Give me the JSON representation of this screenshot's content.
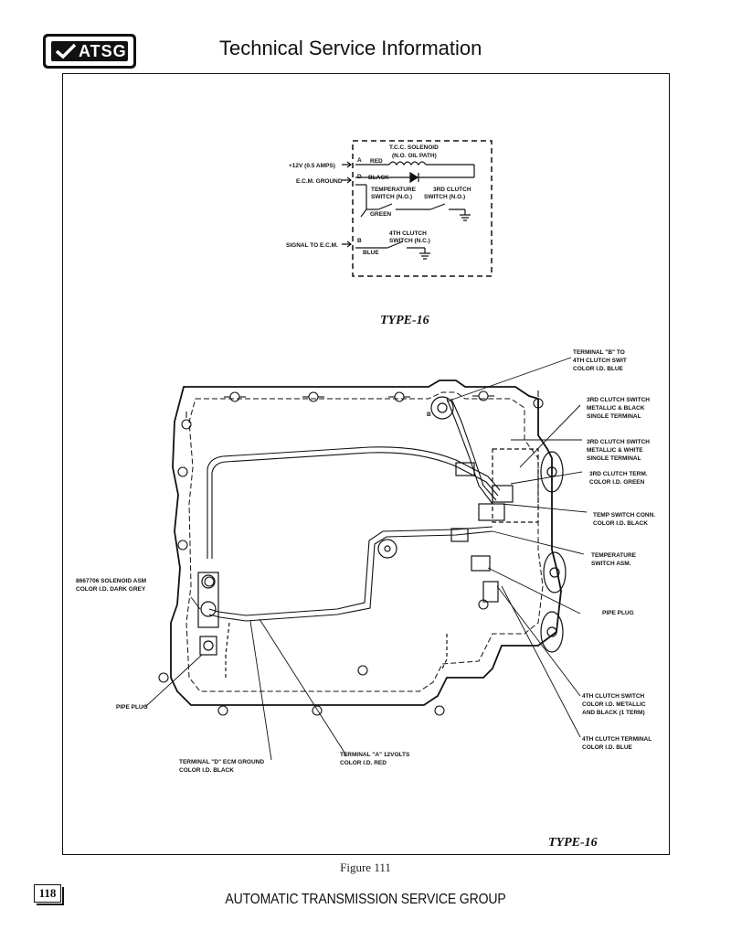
{
  "header": {
    "logo_text": "ATSG",
    "title": "Technical Service Information"
  },
  "schematic": {
    "tcc_solenoid": "T.C.C. SOLENOID",
    "oil_path": "(N.O. OIL PATH)",
    "supply": "+12V (0.5 AMPS)",
    "pin_a": "A",
    "red": "RED",
    "ecm_ground": "E.C.M. GROUND",
    "pin_d": "D",
    "black": "BLACK",
    "temp_switch": "TEMPERATURE",
    "third_clutch": "3RD CLUTCH",
    "switch_no_1": "SWITCH (N.O.)",
    "switch_no_2": "SWITCH (N.O.)",
    "green": "GREEN",
    "fourth_clutch": "4TH CLUTCH",
    "switch_nc": "SWITCH (N.C.)",
    "pin_b": "B",
    "signal_ecm": "SIGNAL TO E.C.M.",
    "blue": "BLUE"
  },
  "diagram_type_label": "TYPE-16",
  "callouts": {
    "terminal_b_1": "TERMINAL \"B\" TO",
    "terminal_b_2": "4TH CLUTCH SWIT",
    "terminal_b_3": "COLOR I.D. BLUE",
    "third_black_1": "3RD CLUTCH SWITCH",
    "third_black_2": "METALLIC & BLACK",
    "third_black_3": "SINGLE TERMINAL",
    "third_white_1": "3RD CLUTCH SWITCH",
    "third_white_2": "METALLIC & WHITE",
    "third_white_3": "SINGLE TERMINAL",
    "third_term_1": "3RD CLUTCH TERM.",
    "third_term_2": "COLOR I.D. GREEN",
    "temp_conn_1": "TEMP SWITCH CONN.",
    "temp_conn_2": "COLOR I.D. BLACK",
    "temp_asm_1": "TEMPERATURE",
    "temp_asm_2": "SWITCH ASM.",
    "pipe_plug_right": "PIPE PLUG",
    "fourth_switch_1": "4TH CLUTCH SWITCH",
    "fourth_switch_2": "COLOR I.D. METALLIC",
    "fourth_switch_3": "AND BLACK (1 TERM)",
    "fourth_term_1": "4TH CLUTCH TERMINAL",
    "fourth_term_2": "COLOR I.D.  BLUE",
    "solenoid_asm_1": "8667706 SOLENOID ASM",
    "solenoid_asm_2": "COLOR I.D. DARK GREY",
    "pipe_plug_left": "PIPE PLUG",
    "terminal_d_1": "TERMINAL \"D\" ECM GROUND",
    "terminal_d_2": "COLOR I.D. BLACK",
    "terminal_a_1": "TERMINAL \"A\" 12VOLTS",
    "terminal_a_2": "COLOR I.D. RED",
    "connector_b": "B"
  },
  "bottom_type_label": "TYPE-16",
  "figure_caption": "Figure 111",
  "footer": {
    "page_number": "118",
    "text": "AUTOMATIC TRANSMISSION SERVICE GROUP"
  }
}
